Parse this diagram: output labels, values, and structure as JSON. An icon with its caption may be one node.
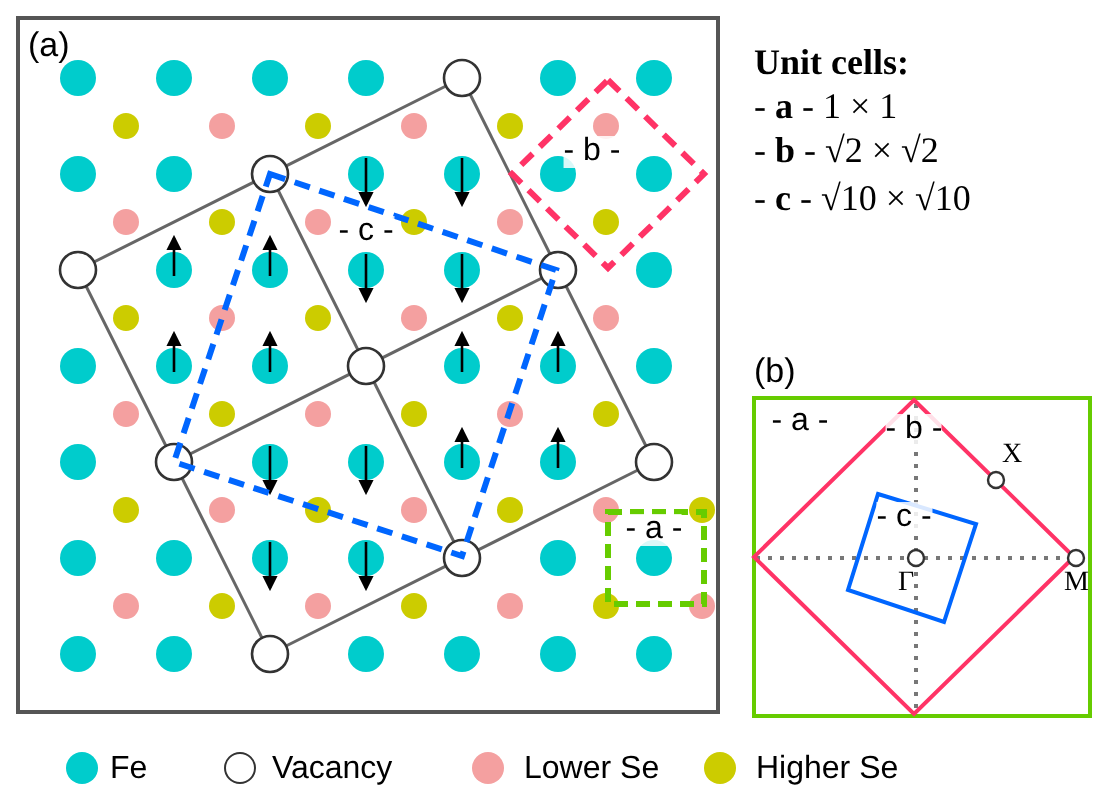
{
  "diagram": {
    "nodes": [
      {
        "text": [
          "(a)"
        ]
      },
      {
        "text": [
          "- b -"
        ],
        "in": 0
      },
      {
        "text": [
          "- c -"
        ],
        "in": 0
      },
      {
        "text": [
          "- a -"
        ],
        "in": 0
      },
      {
        "text": [
          "(b)",
          "- a -"
        ]
      },
      {
        "text": [
          "- b -"
        ],
        "in": 4
      },
      {
        "text": [
          "- c -"
        ],
        "in": 5
      }
    ],
    "labels": [
      "Unit cells:",
      "- **a** - 1 × 1",
      "- **b** - √2 × √2",
      "- **c** - √10 × √10",
      "X",
      "Γ",
      "M"
    ],
    "legend": [
      {
        "text": "Fe",
        "color": "#00cccc"
      },
      {
        "text": "Vacancy"
      },
      {
        "text": "Lower Se",
        "color": "#f4a0a0"
      },
      {
        "text": "Higher Se",
        "color": "#cccc00"
      }
    ]
  }
}
